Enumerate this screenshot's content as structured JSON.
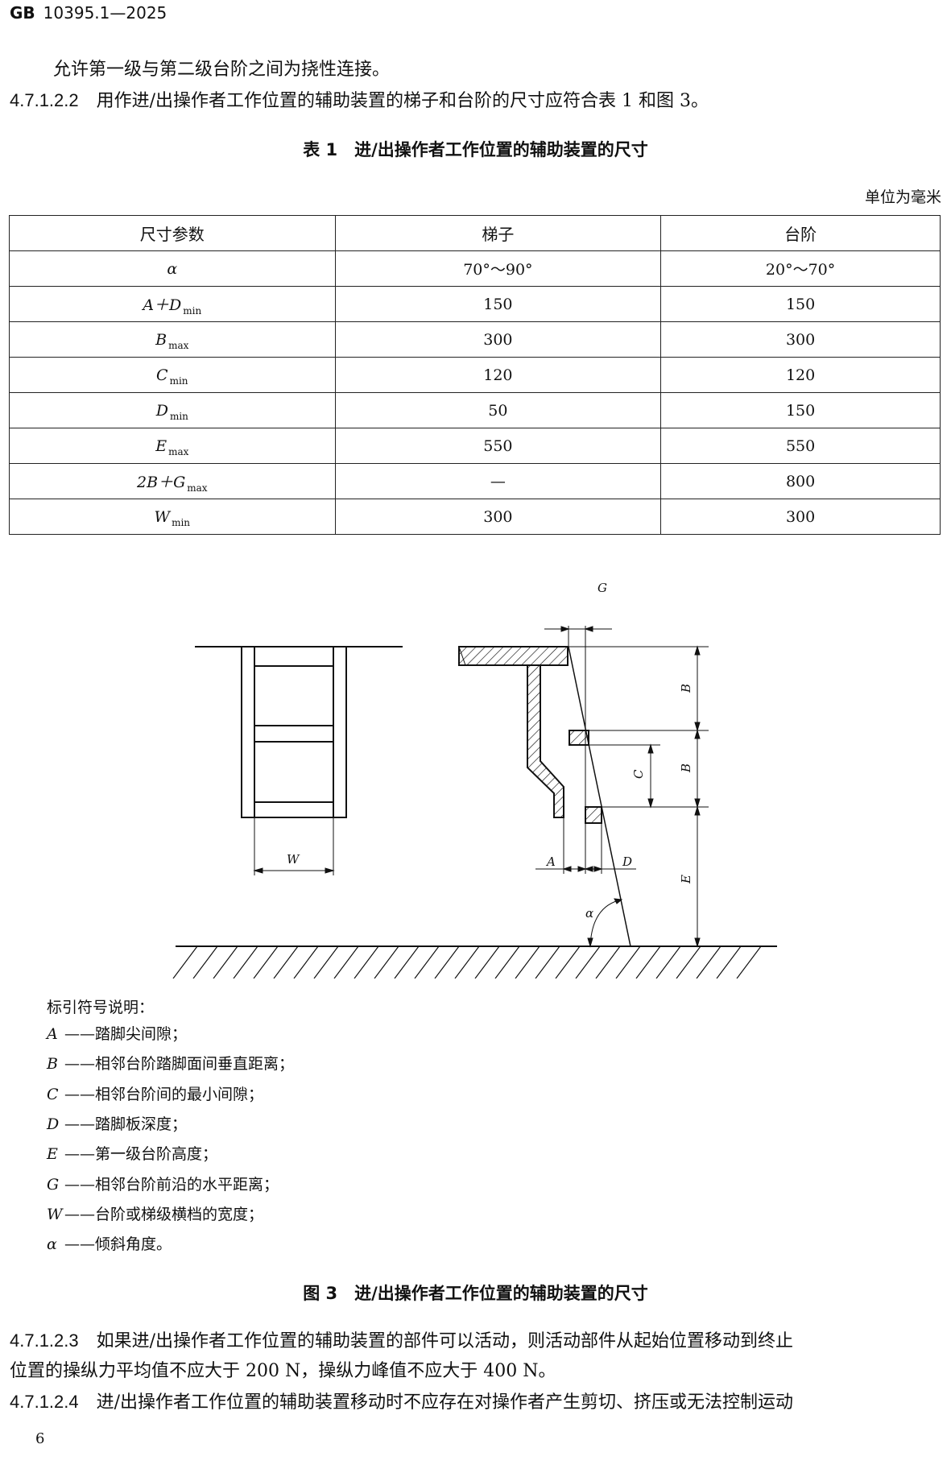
{
  "header": {
    "prefix": "GB",
    "code": "10395.1—2025"
  },
  "para_top": "允许第一级与第二级台阶之间为挠性连接。",
  "clause_4712_2": {
    "num": "4.7.1.2.2",
    "text": "用作进/出操作者工作位置的辅助装置的梯子和台阶的尺寸应符合表 1 和图 3。"
  },
  "table": {
    "caption": "表 1　进/出操作者工作位置的辅助装置的尺寸",
    "unit": "单位为毫米",
    "headers": [
      "尺寸参数",
      "梯子",
      "台阶"
    ],
    "rows": [
      {
        "param": "α",
        "sub": "",
        "ladder": "70°～90°",
        "step": "20°～70°"
      },
      {
        "param": "A＋D",
        "sub": "min",
        "ladder": "150",
        "step": "150"
      },
      {
        "param": "B",
        "sub": "max",
        "ladder": "300",
        "step": "300"
      },
      {
        "param": "C",
        "sub": "min",
        "ladder": "120",
        "step": "120"
      },
      {
        "param": "D",
        "sub": "min",
        "ladder": "50",
        "step": "150"
      },
      {
        "param": "E",
        "sub": "max",
        "ladder": "550",
        "step": "550"
      },
      {
        "param": "2B＋G",
        "sub": "max",
        "ladder": "—",
        "step": "800"
      },
      {
        "param": "W",
        "sub": "min",
        "ladder": "300",
        "step": "300"
      }
    ]
  },
  "figure": {
    "labels": {
      "G": "G",
      "B": "B",
      "C": "C",
      "E": "E",
      "A": "A",
      "D": "D",
      "W": "W",
      "alpha": "α"
    },
    "legend_title": "标引符号说明：",
    "legend": [
      {
        "key": "A",
        "text": "——踏脚尖间隙；"
      },
      {
        "key": "B",
        "text": "——相邻台阶踏脚面间垂直距离；"
      },
      {
        "key": "C",
        "text": "——相邻台阶间的最小间隙；"
      },
      {
        "key": "D",
        "text": "——踏脚板深度；"
      },
      {
        "key": "E",
        "text": "——第一级台阶高度；"
      },
      {
        "key": "G",
        "text": "——相邻台阶前沿的水平距离；"
      },
      {
        "key": "W",
        "text": "——台阶或梯级横档的宽度；"
      },
      {
        "key": "α",
        "text": "——倾斜角度。"
      }
    ],
    "caption": "图 3　进/出操作者工作位置的辅助装置的尺寸"
  },
  "clause_4712_3": {
    "num": "4.7.1.2.3",
    "line1": "如果进/出操作者工作位置的辅助装置的部件可以活动，则活动部件从起始位置移动到终止",
    "line2": "位置的操纵力平均值不应大于 200 N，操纵力峰值不应大于 400 N。"
  },
  "clause_4712_4": {
    "num": "4.7.1.2.4",
    "text": "进/出操作者工作位置的辅助装置移动时不应存在对操作者产生剪切、挤压或无法控制运动"
  },
  "page_number": "6"
}
